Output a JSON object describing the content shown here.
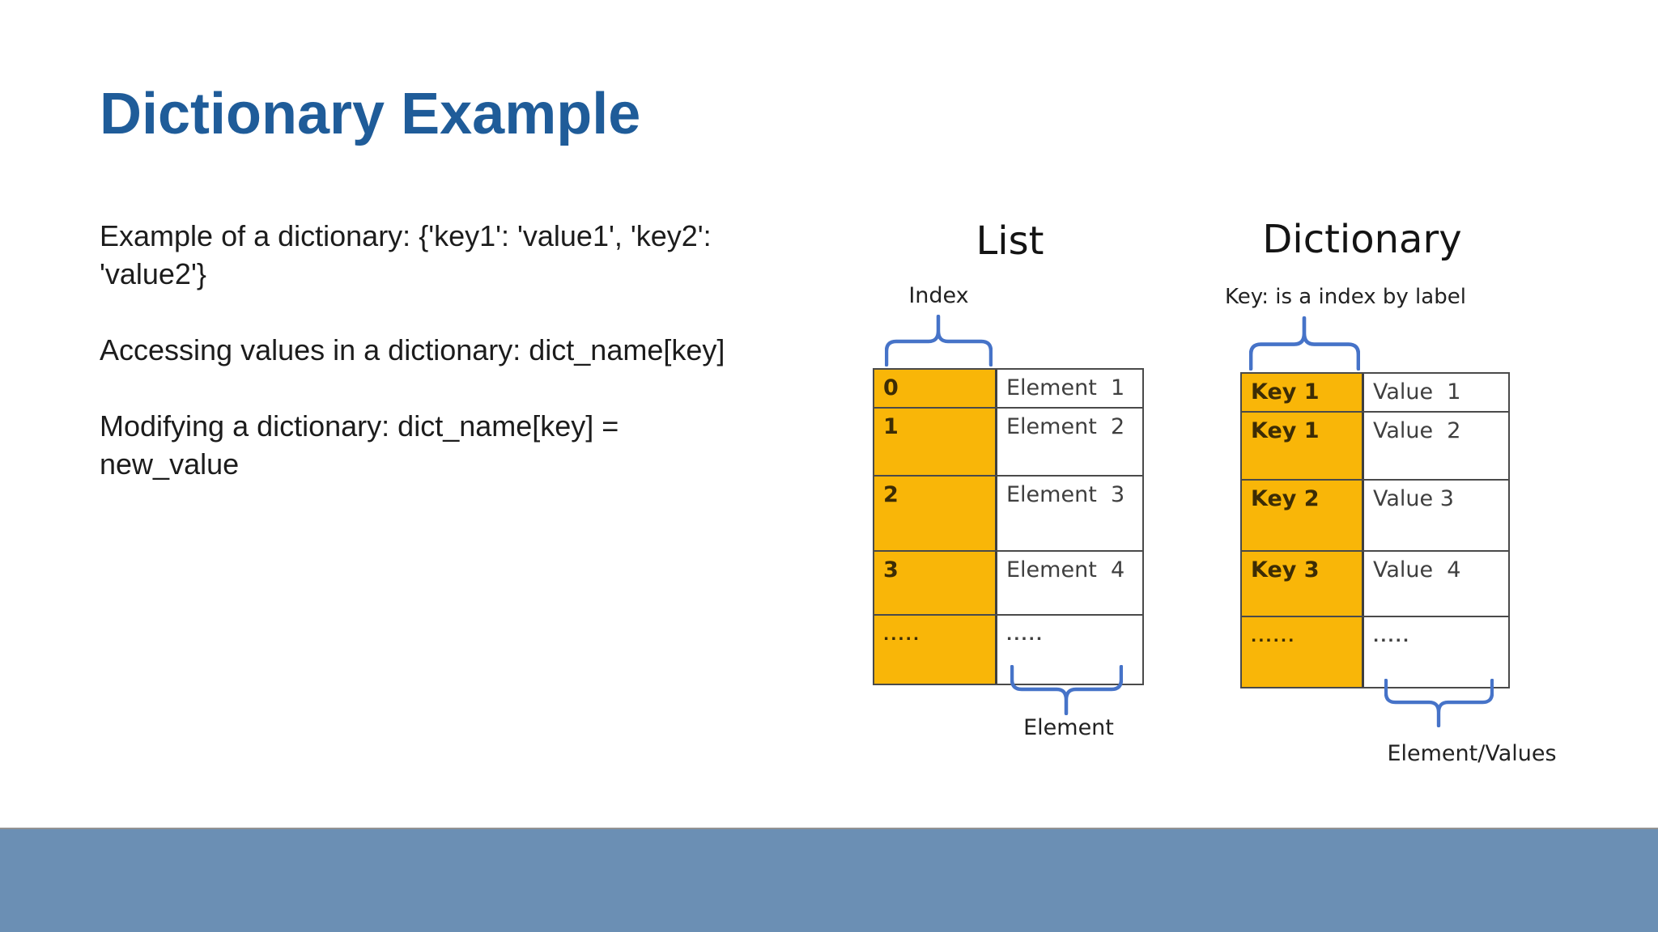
{
  "slide": {
    "title": "Dictionary Example",
    "paragraphs": {
      "p1": "Example of a dictionary: {'key1': 'value1', 'key2':\n'value2'}",
      "p2": "Accessing values in a dictionary: dict_name[key]",
      "p3": "Modifying a dictionary: dict_name[key] =\nnew_value"
    }
  },
  "diagram": {
    "list": {
      "title": "List",
      "annotation_top": "Index",
      "annotation_bottom": "Element",
      "rows": [
        {
          "key": "0",
          "value": "Element  1"
        },
        {
          "key": "1",
          "value": "Element  2"
        },
        {
          "key": "2",
          "value": "Element  3"
        },
        {
          "key": "3",
          "value": "Element  4"
        },
        {
          "key": ".....",
          "value": "....."
        }
      ]
    },
    "dictionary": {
      "title": "Dictionary",
      "annotation_top": "Key: is a index by label",
      "annotation_bottom": "Element/Values",
      "rows": [
        {
          "key": "Key 1",
          "value": "Value  1"
        },
        {
          "key": "Key 1",
          "value": "Value  2"
        },
        {
          "key": "Key 2",
          "value": "Value 3"
        },
        {
          "key": "Key 3",
          "value": "Value  4"
        },
        {
          "key": "......",
          "value": "....."
        }
      ]
    },
    "colors": {
      "key_column_orange": "#F9B608",
      "brace_blue": "#4673C8",
      "title_blue": "#1F5C99",
      "footer_blue": "#6B8FB4",
      "table_border": "#4A4A4A"
    }
  }
}
